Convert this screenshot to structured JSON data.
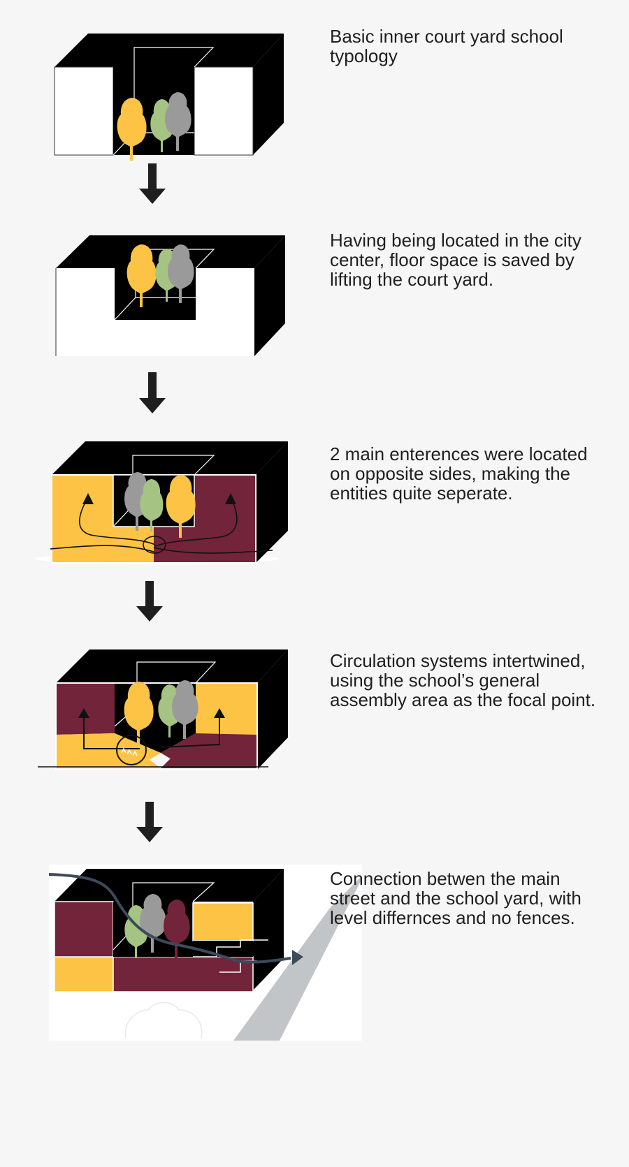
{
  "steps": [
    {
      "caption": "Basic inner court yard school\ntypology"
    },
    {
      "caption": "Having being located in the city\ncenter, floor space is saved by\nlifting the court yard."
    },
    {
      "caption": "2 main enterences were located\non opposite sides, making the\nentities quite seperate."
    },
    {
      "caption": "Circulation systems intertwined,\nusing the school’s general\nassembly area as the focal point."
    },
    {
      "caption": "Connection betwen the main\nstreet and the school yard, with\nlevel differnces and no fences."
    }
  ],
  "colors": {
    "background": "#f6f6f6",
    "block": "#000000",
    "yellow": "#fcc344",
    "maroon": "#72243a",
    "tree_green": "#a5c382",
    "tree_grey": "#9a9a9a",
    "street": "#c2c5c8",
    "path": "#3d4a5a"
  }
}
